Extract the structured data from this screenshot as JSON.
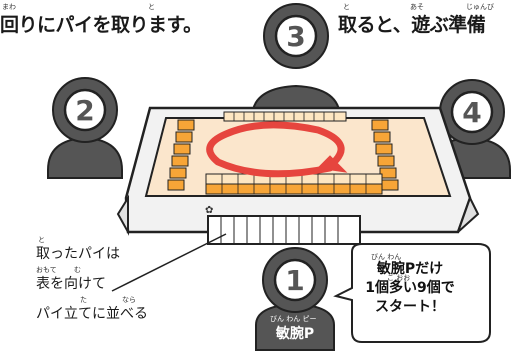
{
  "header": {
    "left_text": "回りにパイを取ります。",
    "right_text": "取ると、遊ぶ準備",
    "ruby": [
      "まわ",
      "と",
      "と",
      "あそ",
      "じゅんび"
    ]
  },
  "players": {
    "p1": "1",
    "p2": "2",
    "p3": "3",
    "p4": "4",
    "p1_name": "敏腕P",
    "p1_name_ruby": "びん わん ピー"
  },
  "note": {
    "lines": [
      "取ったパイは",
      "表を向けて",
      "パイ立てに並べる"
    ],
    "ruby": [
      "と",
      "おもて",
      "む",
      "た",
      "なら"
    ]
  },
  "bubble": {
    "lines": [
      "敏腕Pだけ",
      "1個多い9個で",
      "スタート！"
    ],
    "ruby": [
      "びん わん",
      "こ おお",
      "こ"
    ]
  },
  "colors": {
    "outline": "#2a2a2a",
    "person_fill": "#555555",
    "mat": "#fbe6cc",
    "tile": "#f7a537",
    "tile_top": "#fde6c2",
    "arrow": "#e6453e"
  }
}
